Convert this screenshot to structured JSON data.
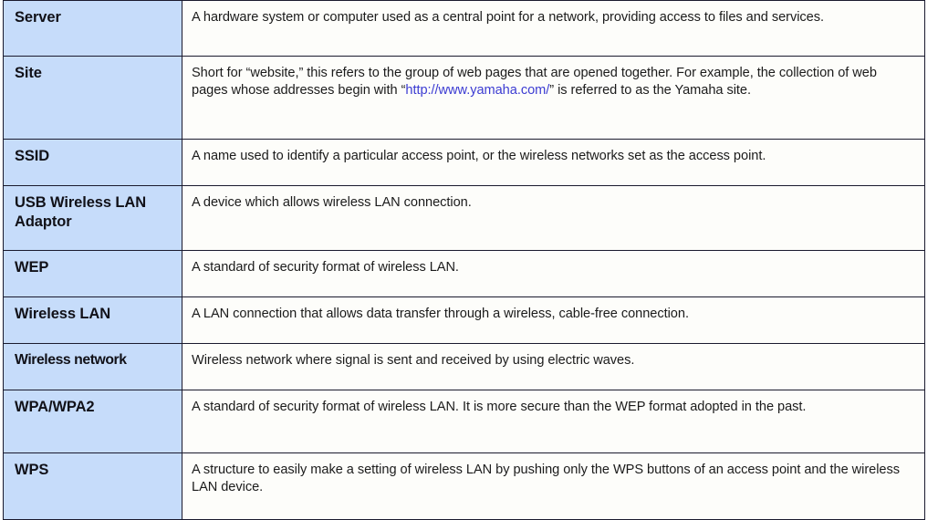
{
  "document": {
    "type": "glossary-table",
    "columns": [
      "Term",
      "Description"
    ],
    "colors": {
      "term_cell_background": "#c6dcfa",
      "description_cell_background": "#fdfdfa",
      "border": "#1a1a2e",
      "text": "#111118",
      "link": "#3b3bd2"
    }
  },
  "rows": [
    {
      "term": "Server",
      "description": "A hardware system or computer used as a central point for a network, providing access to files and services.",
      "description_parts": [
        {
          "type": "text",
          "value": "A hardware system or computer used as a central point for a network, providing access to files and services."
        }
      ]
    },
    {
      "term": "Site",
      "description": "Short for “website,” this refers to the group of web pages that are opened together. For example, the collection of web pages whose addresses begin with “http://www.yamaha.com/” is referred to as the Yamaha site.",
      "description_parts": [
        {
          "type": "text",
          "value": "Short for “website,” this refers to the group of web pages that are opened together. For example, the collection of web pages whose addresses begin with “"
        },
        {
          "type": "link",
          "value": "http://www.yamaha.com/"
        },
        {
          "type": "text",
          "value": "” is referred to as the Yamaha site."
        }
      ]
    },
    {
      "term": "SSID",
      "description": "A name used to identify a particular access point, or the wireless networks set as the access point.",
      "description_parts": [
        {
          "type": "text",
          "value": "A name used to identify a particular access point, or the wireless networks set as the access point."
        }
      ]
    },
    {
      "term": "USB Wireless LAN Adaptor",
      "description": "A device which allows wireless LAN connection.",
      "description_parts": [
        {
          "type": "text",
          "value": "A device which allows wireless LAN connection."
        }
      ]
    },
    {
      "term": "WEP",
      "description": "A standard of security format of wireless LAN.",
      "description_parts": [
        {
          "type": "text",
          "value": "A standard of security format of wireless LAN."
        }
      ]
    },
    {
      "term": "Wireless LAN",
      "description": "A LAN connection that allows data transfer through a wireless, cable-free connection.",
      "description_parts": [
        {
          "type": "text",
          "value": "A LAN connection that allows data transfer through a wireless, cable-free connection."
        }
      ]
    },
    {
      "term": "Wireless network",
      "description": "Wireless network where signal is sent and received by using electric waves.",
      "description_parts": [
        {
          "type": "text",
          "value": "Wireless network where signal is sent and received by using electric waves."
        }
      ]
    },
    {
      "term": "WPA/WPA2",
      "description": "A standard of security format of wireless LAN. It is more secure than the WEP format adopted in the past.",
      "description_parts": [
        {
          "type": "text",
          "value": "A standard of security format of wireless LAN. It is more secure than the WEP format adopted in the past."
        }
      ]
    },
    {
      "term": "WPS",
      "description": "A structure to easily make a setting of wireless LAN by pushing only the WPS buttons of an access point and the wireless LAN device.",
      "description_parts": [
        {
          "type": "text",
          "value": "A structure to easily make a setting of wireless LAN by pushing only the WPS buttons of an access point and the wireless LAN device."
        }
      ]
    }
  ]
}
